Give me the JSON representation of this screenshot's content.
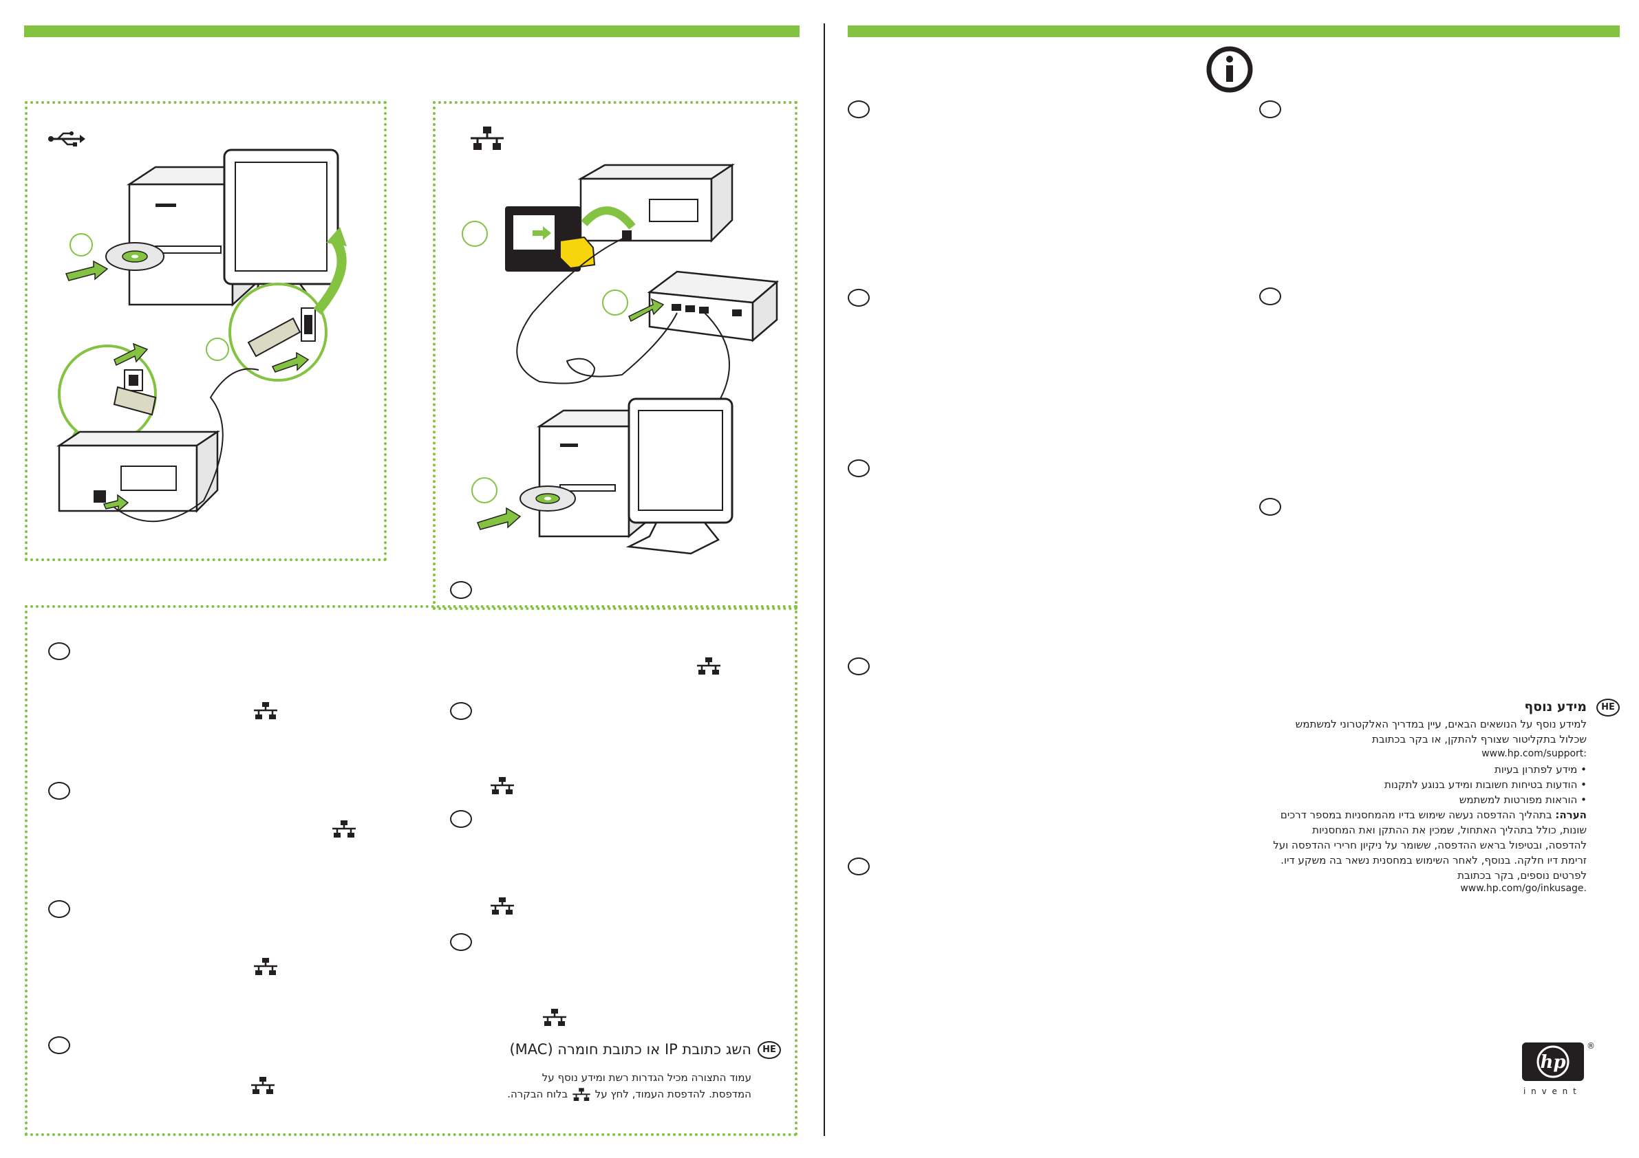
{
  "info_section": {
    "badge": "HE",
    "title": "מידע נוסף",
    "intro": "למידע נוסף על הנושאים הבאים, עיין במדריך האלקטרוני למשתמש שכלול בתקליטור שצורף להתקן, או בקר בכתובת",
    "support_url": "www.hp.com/support:",
    "bullets": [
      "מידע לפתרון בעיות",
      "הודעות בטיחות חשובות ומידע בנוגע לתקנות",
      "הוראות מפורטות למשתמש"
    ],
    "note_label": "הערה:",
    "note_text": "בתהליך ההדפסה נעשה שימוש בדיו מהמחסניות במספר דרכים שונות, כולל בתהליך האתחול, שמכין את ההתקן ואת המחסניות להדפסה, ובטיפול בראש ההדפסה, ששומר על ניקיון חרירי ההדפסה ועל זרימת דיו חלקה. בנוסף, לאחר השימוש במחסנית נשאר בה משקע דיו. לפרטים נוספים, בקר בכתובת",
    "inkusage_url": "www.hp.com/go/inkusage."
  },
  "ip_section": {
    "badge": "HE",
    "title": "השג כתובת IP או כתובת חומרה (MAC)",
    "line1": "עמוד התצורה מכיל הגדרות רשת ומידע נוסף על",
    "line2_part1": "המדפסת. להדפסת העמוד, לחץ על",
    "line2_part2": "בלוח הבקרה."
  },
  "logo": {
    "mark": "hp",
    "tagline": "i n v e n t",
    "registered": "®"
  },
  "icons": {
    "usb": "usb-icon",
    "network": "network-icon",
    "info": "info-icon"
  },
  "colors": {
    "accent_green": "#84c341",
    "text": "#231f20",
    "cartridge_yellow": "#f6d40e"
  }
}
